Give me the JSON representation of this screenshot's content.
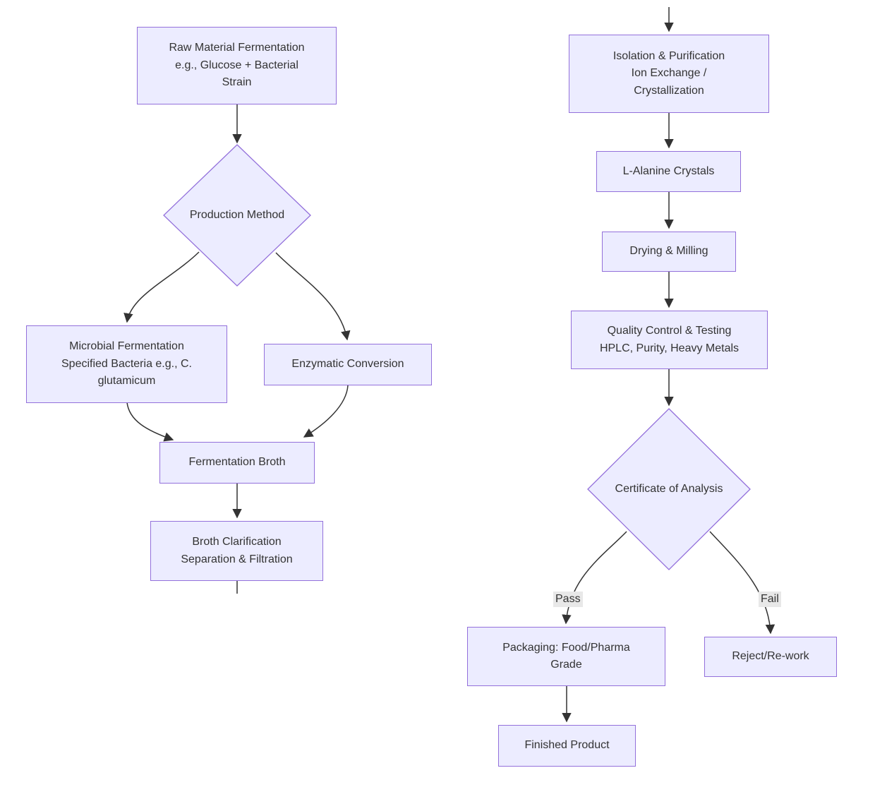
{
  "diagram": {
    "title": "L-Alanine production flowchart",
    "colors": {
      "node_fill": "#ECECFF",
      "node_border": "#9370DB",
      "edge_stroke": "#333333",
      "text": "#333333",
      "edge_label_bg": "#e8e8e8"
    },
    "nodes": {
      "raw_material": {
        "label": "Raw Material Fermentation\ne.g., Glucose + Bacterial\nStrain",
        "shape": "rect"
      },
      "production_method": {
        "label": "Production Method",
        "shape": "diamond"
      },
      "microbial": {
        "label": "Microbial Fermentation\nSpecified Bacteria e.g., C.\nglutamicum",
        "shape": "rect"
      },
      "enzymatic": {
        "label": "Enzymatic Conversion",
        "shape": "rect"
      },
      "fermentation_broth": {
        "label": "Fermentation Broth",
        "shape": "rect"
      },
      "broth_clarification": {
        "label": "Broth Clarification\nSeparation & Filtration",
        "shape": "rect"
      },
      "isolation": {
        "label": "Isolation & Purification\nIon Exchange /\nCrystallization",
        "shape": "rect"
      },
      "l_alanine_crystals": {
        "label": "L-Alanine Crystals",
        "shape": "rect"
      },
      "drying_milling": {
        "label": "Drying & Milling",
        "shape": "rect"
      },
      "quality_control": {
        "label": "Quality Control & Testing\nHPLC, Purity, Heavy Metals",
        "shape": "rect"
      },
      "certificate": {
        "label": "Certificate of Analysis",
        "shape": "diamond"
      },
      "packaging": {
        "label": "Packaging: Food/Pharma\nGrade",
        "shape": "rect"
      },
      "reject": {
        "label": "Reject/Re-work",
        "shape": "rect"
      },
      "finished": {
        "label": "Finished Product",
        "shape": "rect"
      }
    },
    "edge_labels": {
      "pass": "Pass",
      "fail": "Fail"
    }
  }
}
